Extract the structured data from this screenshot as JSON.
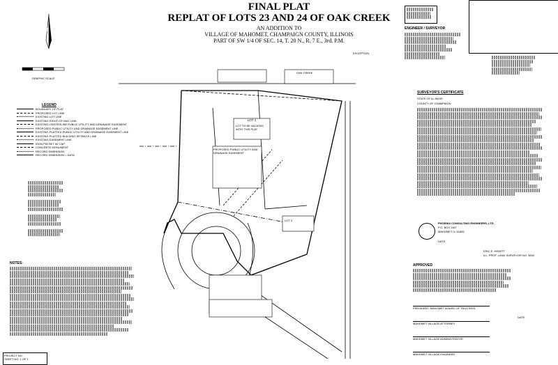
{
  "header": {
    "title": "FINAL PLAT",
    "subtitle": "REPLAT OF LOTS 23 AND 24 OF OAK CREEK",
    "line1": "AN ADDITION TO",
    "line2": "VILLAGE OF MAHOMET, CHAMPAIGN COUNTY, ILLINOIS",
    "line3": "PART OF SW 1/4 OF SEC. 14, T. 20 N., R. 7 E., 3rd. P.M."
  },
  "scale": {
    "north": "N",
    "label": "GRAPHIC SCALE"
  },
  "legend": {
    "title": "LEGEND",
    "items": [
      "BOUNDARY OF PLAT",
      "PROPOSED LOT LINE",
      "EXISTING LOT LINE",
      "EXISTING RIGHT-OF-WAY LINE",
      "EXISTING CENTERLINE PUBLIC UTILITY AND DRAINAGE EASEMENT",
      "PROPOSED PUBLIC UTILITY AND DRAINAGE EASEMENT LINE",
      "EXISTING PLATTED PUBLIC UTILITY AND DRAINAGE EASEMENT LINE",
      "EXISTING PLATTED BUILDING SETBACK LINE",
      "EXISTING EASEMENT LINE",
      "IRON PIN SET W/ CAP",
      "CONCRETE MONUMENT",
      "RECORD DIMENSION",
      "RECORD DIMENSION = DATA"
    ]
  },
  "engineer": {
    "label": "ENGINEER / SURVEYOR"
  },
  "plan": {
    "lot_label": "LOT 1",
    "note1": "LOT TO BE VACATED WITH THIS PLAT",
    "note2": "PROPOSED PUBLIC UTILITY AND DRAINAGE EASEMENT",
    "road1": "OAK CREEK",
    "road2": "LOT 2",
    "exception": "EXCEPTION"
  },
  "surveyor": {
    "label": "SURVEYOR'S CERTIFICATE",
    "state": "STATE OF ILLINOIS",
    "county": "COUNTY OF CHAMPAIGN",
    "firm": "PHOENIX CONSULTING ENGINEERS, LTD.",
    "addr1": "P.O. BOX 1167",
    "addr2": "MAHOMET, IL 61853",
    "date": "DATE",
    "name": "ERIC E. HEWITT",
    "license": "ILL. PROF. LAND SURVEYOR NO. 3842"
  },
  "notes": {
    "label": "NOTES:"
  },
  "approval": {
    "label": "APPROVED",
    "sig1": "PRESIDENT, MAHOMET BOARD OF TRUSTEES",
    "sig2": "MAHOMET VILLAGE ATTORNEY",
    "sig3": "MAHOMET VILLAGE ADMINISTRATOR",
    "sig4": "MAHOMET VILLAGE ENGINEER",
    "date": "DATE"
  },
  "footer": {
    "project": "PROJECT NO.",
    "sheet": "SHEET NO. 1 OF 1"
  }
}
